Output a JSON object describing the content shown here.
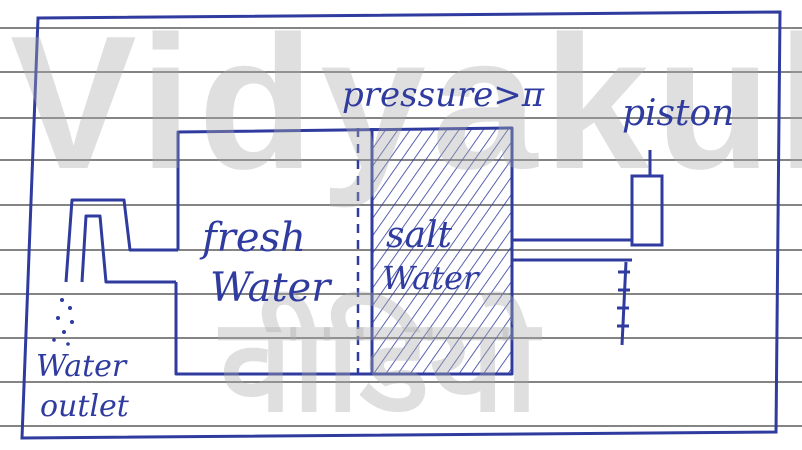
{
  "watermark": {
    "brand": "Vidyakul",
    "hindi": "वीडियो"
  },
  "labels": {
    "pressure": "pressure>π",
    "piston": "piston",
    "fresh_line1": "fresh",
    "fresh_line2": "Water",
    "salt_line1": "salt",
    "salt_line2": "Water",
    "outlet_line1": "Water",
    "outlet_line2": "outlet"
  },
  "colors": {
    "ink": "#2f3b9e",
    "paper": "#ffffff",
    "ruled_lines": "#3a3a3a",
    "watermark": "#aaaaaa"
  }
}
